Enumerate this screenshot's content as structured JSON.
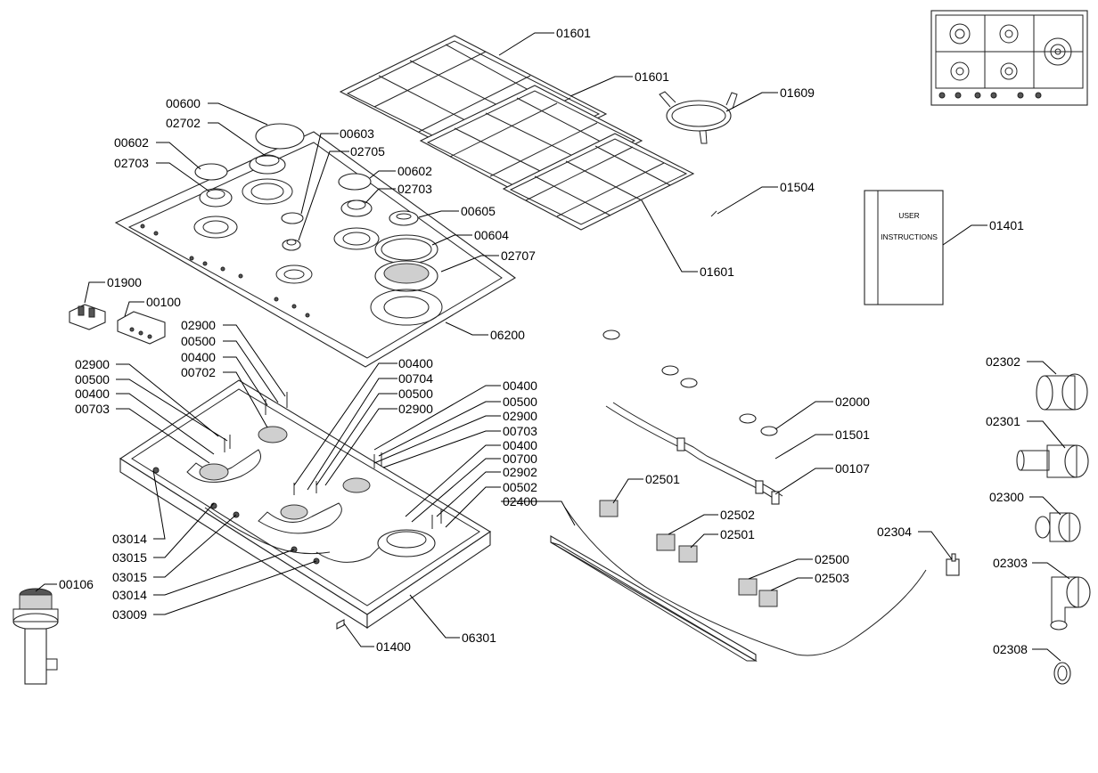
{
  "booklet": {
    "line1": "USER",
    "line2": "INSTRUCTIONS"
  },
  "labels": {
    "p01601a": "01601",
    "p01601b": "01601",
    "p01601c": "01601",
    "p01609": "01609",
    "p01504": "01504",
    "p01401": "01401",
    "p00600": "00600",
    "p02702": "02702",
    "p00602a": "00602",
    "p02703a": "02703",
    "p00603": "00603",
    "p02705": "02705",
    "p00602b": "00602",
    "p02703b": "02703",
    "p00605": "00605",
    "p00604": "00604",
    "p02707": "02707",
    "p06200": "06200",
    "p01900": "01900",
    "p00100": "00100",
    "p02900a": "02900",
    "p00500a": "00500",
    "p00400a": "00400",
    "p00702": "00702",
    "p02900b": "02900",
    "p00500b": "00500",
    "p00400b": "00400",
    "p00703a": "00703",
    "p00400c": "00400",
    "p00704": "00704",
    "p00500c": "00500",
    "p02900c": "02900",
    "p00400d": "00400",
    "p00500d": "00500",
    "p02900d": "02900",
    "p00703b": "00703",
    "p00400e": "00400",
    "p00700": "00700",
    "p02902": "02902",
    "p00502": "00502",
    "p02400": "02400",
    "p03014a": "03014",
    "p03015a": "03015",
    "p03015b": "03015",
    "p03014b": "03014",
    "p03009": "03009",
    "p00106": "00106",
    "p01400": "01400",
    "p06301": "06301",
    "p02000": "02000",
    "p01501": "01501",
    "p00107": "00107",
    "p02501a": "02501",
    "p02502": "02502",
    "p02501b": "02501",
    "p02500": "02500",
    "p02503": "02503",
    "p02304": "02304",
    "p02302": "02302",
    "p02301": "02301",
    "p02300": "02300",
    "p02303": "02303",
    "p02308": "02308"
  }
}
